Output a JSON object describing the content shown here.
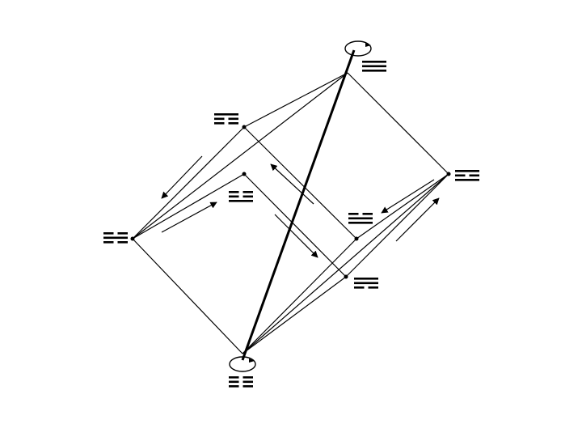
{
  "diagram": {
    "stroke_color": "#000000",
    "background": "#ffffff",
    "nodes": [
      {
        "id": "top",
        "trigram": "qian",
        "lines": [
          [
            1
          ],
          [
            1
          ],
          [
            1
          ]
        ]
      },
      {
        "id": "bottom",
        "trigram": "kun",
        "lines": [
          [
            0
          ],
          [
            0
          ],
          [
            0
          ]
        ]
      },
      {
        "id": "left",
        "trigram": "kan",
        "lines": [
          [
            0
          ],
          [
            1
          ],
          [
            0
          ]
        ]
      },
      {
        "id": "right",
        "trigram": "li",
        "lines": [
          [
            1
          ],
          [
            0
          ],
          [
            1
          ]
        ]
      },
      {
        "id": "upper-left",
        "trigram": "gen",
        "lines": [
          [
            1
          ],
          [
            0
          ],
          [
            0
          ]
        ]
      },
      {
        "id": "inner-left",
        "trigram": "zhen",
        "lines": [
          [
            0
          ],
          [
            0
          ],
          [
            1
          ]
        ]
      },
      {
        "id": "inner-right",
        "trigram": "dui",
        "lines": [
          [
            0
          ],
          [
            1
          ],
          [
            1
          ]
        ]
      },
      {
        "id": "lower-right",
        "trigram": "xun",
        "lines": [
          [
            1
          ],
          [
            1
          ],
          [
            0
          ]
        ]
      }
    ],
    "rotation_markers": [
      "top",
      "bottom"
    ],
    "legend_icons": [
      "rotation-arrow-icon",
      "flow-arrow-icon"
    ]
  }
}
